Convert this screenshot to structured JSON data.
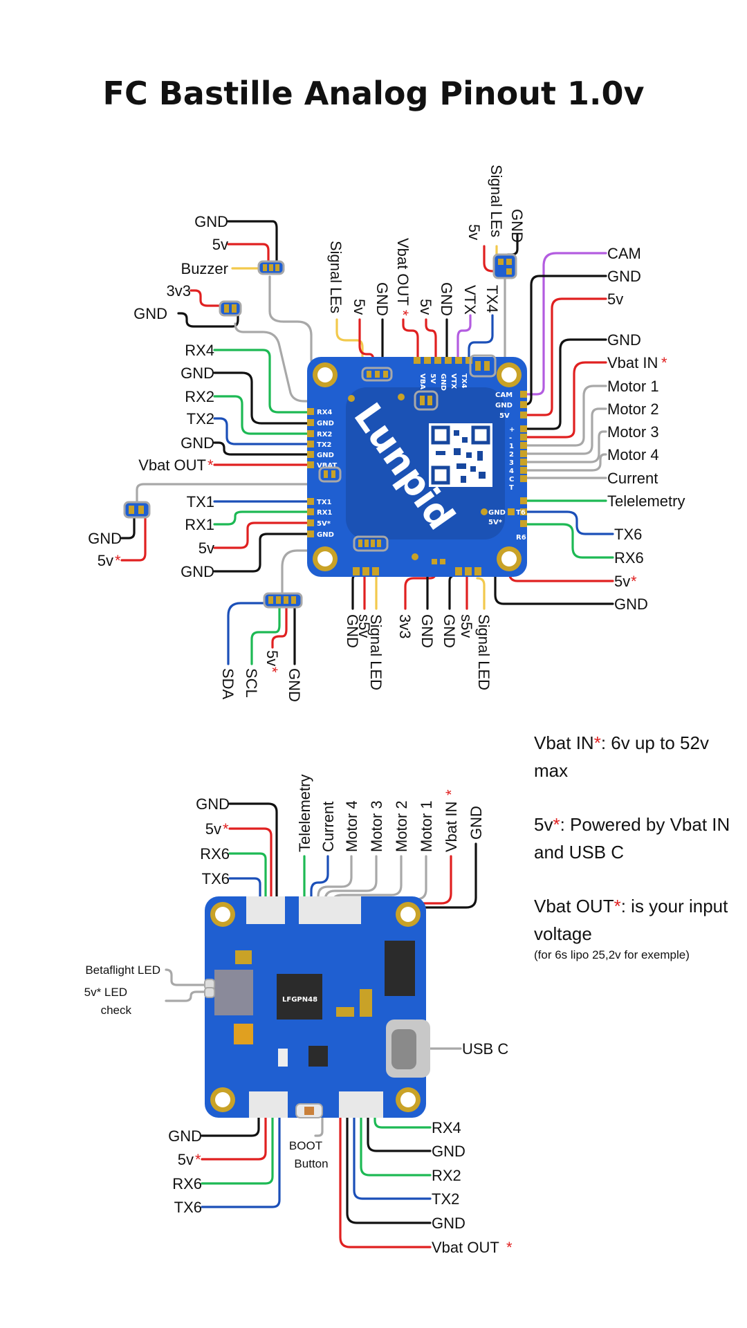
{
  "title": "FC Bastille Analog Pinout 1.0v",
  "brand": "Lunpid",
  "colors": {
    "board": "#1f5fd1",
    "board_dark": "#17479e",
    "pad": "#c9a227",
    "gnd": "#111111",
    "power": "#e02020",
    "signal": "#f2c94c",
    "grey": "#a8a8a8",
    "uart_green": "#1db954",
    "uart_blue": "#1b4fb8",
    "vtx": "#b35ce0",
    "star": "#e02020"
  },
  "top_view": {
    "left": {
      "gnd_buzzer": "GND",
      "v5_buzzer": "5v",
      "buzzer": "Buzzer",
      "v3v3": "3v3",
      "gnd_3v3": "GND",
      "rx4": "RX4",
      "gnd_a": "GND",
      "rx2": "RX2",
      "tx2": "TX2",
      "gnd_b": "GND",
      "vbat_out": "Vbat OUT",
      "gnd_mid": "GND",
      "v5_mid": "5v",
      "tx1": "TX1",
      "rx1": "RX1",
      "v5_c": "5v",
      "gnd_c": "GND"
    },
    "top": {
      "signal_les": "Signal LEs",
      "v5": "5v",
      "gnd": "GND",
      "vbat_out": "Vbat OUT",
      "v5b": "5v",
      "gnd_b": "GND",
      "vtx": "VTX",
      "tx4": "TX4",
      "signal_les_b": "Signal LEs",
      "v5_c": "5v",
      "gnd_c": "GND"
    },
    "right": {
      "cam": "CAM",
      "gnd_a": "GND",
      "v5": "5v",
      "gnd_b": "GND",
      "vbat_in": "Vbat IN",
      "motor1": "Motor 1",
      "motor2": "Motor 2",
      "motor3": "Motor 3",
      "motor4": "Motor 4",
      "current": "Current",
      "telemetry": "Telelemetry",
      "tx6": "TX6",
      "rx6": "RX6",
      "v5_b": "5v",
      "gnd_c": "GND"
    },
    "bottom": {
      "gnd": "GND",
      "s5v": "s5v",
      "signal_led": "Signal LED",
      "v3v3": "3v3",
      "gnd_b": "GND",
      "gnd_c": "GND",
      "s5v_b": "s5v",
      "signal_led_b": "Signal LED",
      "sda": "SDA",
      "scl": "SCL",
      "v5": "5v",
      "gnd_d": "GND"
    },
    "silk": {
      "left_col": [
        "RX4",
        "GND",
        "RX2",
        "TX2",
        "GND",
        "VBAT"
      ],
      "left_col2": [
        "TX1",
        "RX1",
        "5V*",
        "GND"
      ],
      "right_col": [
        "CAM",
        "GND",
        "5V"
      ],
      "right_motor": [
        "C",
        "4",
        "3",
        "2",
        "1",
        "-",
        "+"
      ],
      "right_t": "T",
      "right_col3": [
        "GND",
        "5V*"
      ],
      "t6": "T6",
      "r6": "R6",
      "top_pads": [
        "VBA",
        "5V",
        "GND",
        "VTX",
        "TX4"
      ]
    }
  },
  "bottom_view": {
    "top_labels": {
      "gnd": "GND",
      "v5": "5v",
      "rx6": "RX6",
      "tx6": "TX6",
      "telemetry": "Telelemetry",
      "current": "Current",
      "motor4": "Motor 4",
      "motor3": "Motor 3",
      "motor2": "Motor 2",
      "motor1": "Motor 1",
      "vbat_in": "Vbat IN",
      "gnd_b": "GND"
    },
    "left": {
      "betaflight_led": "Betaflight LED",
      "led5v_line1": "5v* LED",
      "led5v_line2": "check"
    },
    "right": {
      "usb_c": "USB C"
    },
    "mcu_label": "LFGPN48",
    "bottom_left": {
      "gnd": "GND",
      "v5": "5v",
      "rx6": "RX6",
      "tx6": "TX6"
    },
    "boot_line1": "BOOT",
    "boot_line2": "Button",
    "bottom_right": {
      "rx4": "RX4",
      "gnd": "GND",
      "rx2": "RX2",
      "tx2": "TX2",
      "gnd_b": "GND",
      "vbat_out": "Vbat OUT"
    }
  },
  "notes": {
    "vbat_in_label": "Vbat IN",
    "vbat_in_text": ": 6v up to 52v max",
    "v5_label": "5v",
    "v5_text": ": Powered by Vbat IN and USB C",
    "vbat_out_label": "Vbat OUT",
    "vbat_out_text": ": is your input voltage",
    "vbat_out_sub": "(for 6s lipo 25,2v for exemple)",
    "star": "*"
  }
}
